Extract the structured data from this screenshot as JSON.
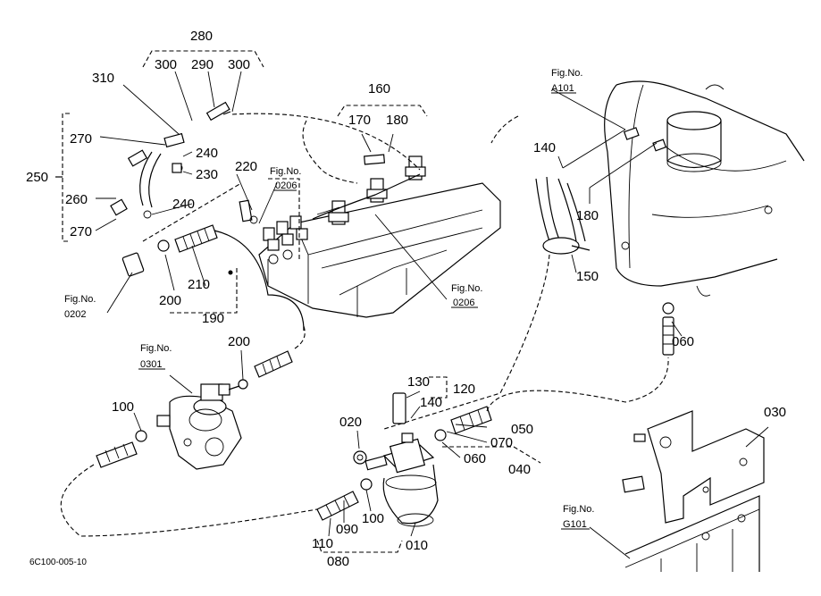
{
  "drawing_code": "6C100-005-10",
  "fig_prefix": "Fig.No.",
  "fig_refs": {
    "a101": "A101",
    "f0206_upper": "0206",
    "f0206_lower": "0206",
    "f0202": "0202",
    "f0301": "0301",
    "g101": "G101"
  },
  "labels": {
    "p280": "280",
    "p300a": "300",
    "p290": "290",
    "p300b": "300",
    "p310": "310",
    "p270a": "270",
    "p240a": "240",
    "p230": "230",
    "p250": "250",
    "p220": "220",
    "p260": "260",
    "p240b": "240",
    "p270b": "270",
    "p200a": "200",
    "p210": "210",
    "p190": "190",
    "p160": "160",
    "p170": "170",
    "p180a": "180",
    "p140a": "140",
    "p180b": "180",
    "p150": "150",
    "p060a": "060",
    "p200b": "200",
    "p100": "100",
    "p130": "130",
    "p120": "120",
    "p140b": "140",
    "p020": "020",
    "p050": "050",
    "p070": "070",
    "p060b": "060",
    "p040": "040",
    "p030": "030",
    "p100b": "100",
    "p090": "090",
    "p110": "110",
    "p080": "080",
    "p010": "010"
  }
}
